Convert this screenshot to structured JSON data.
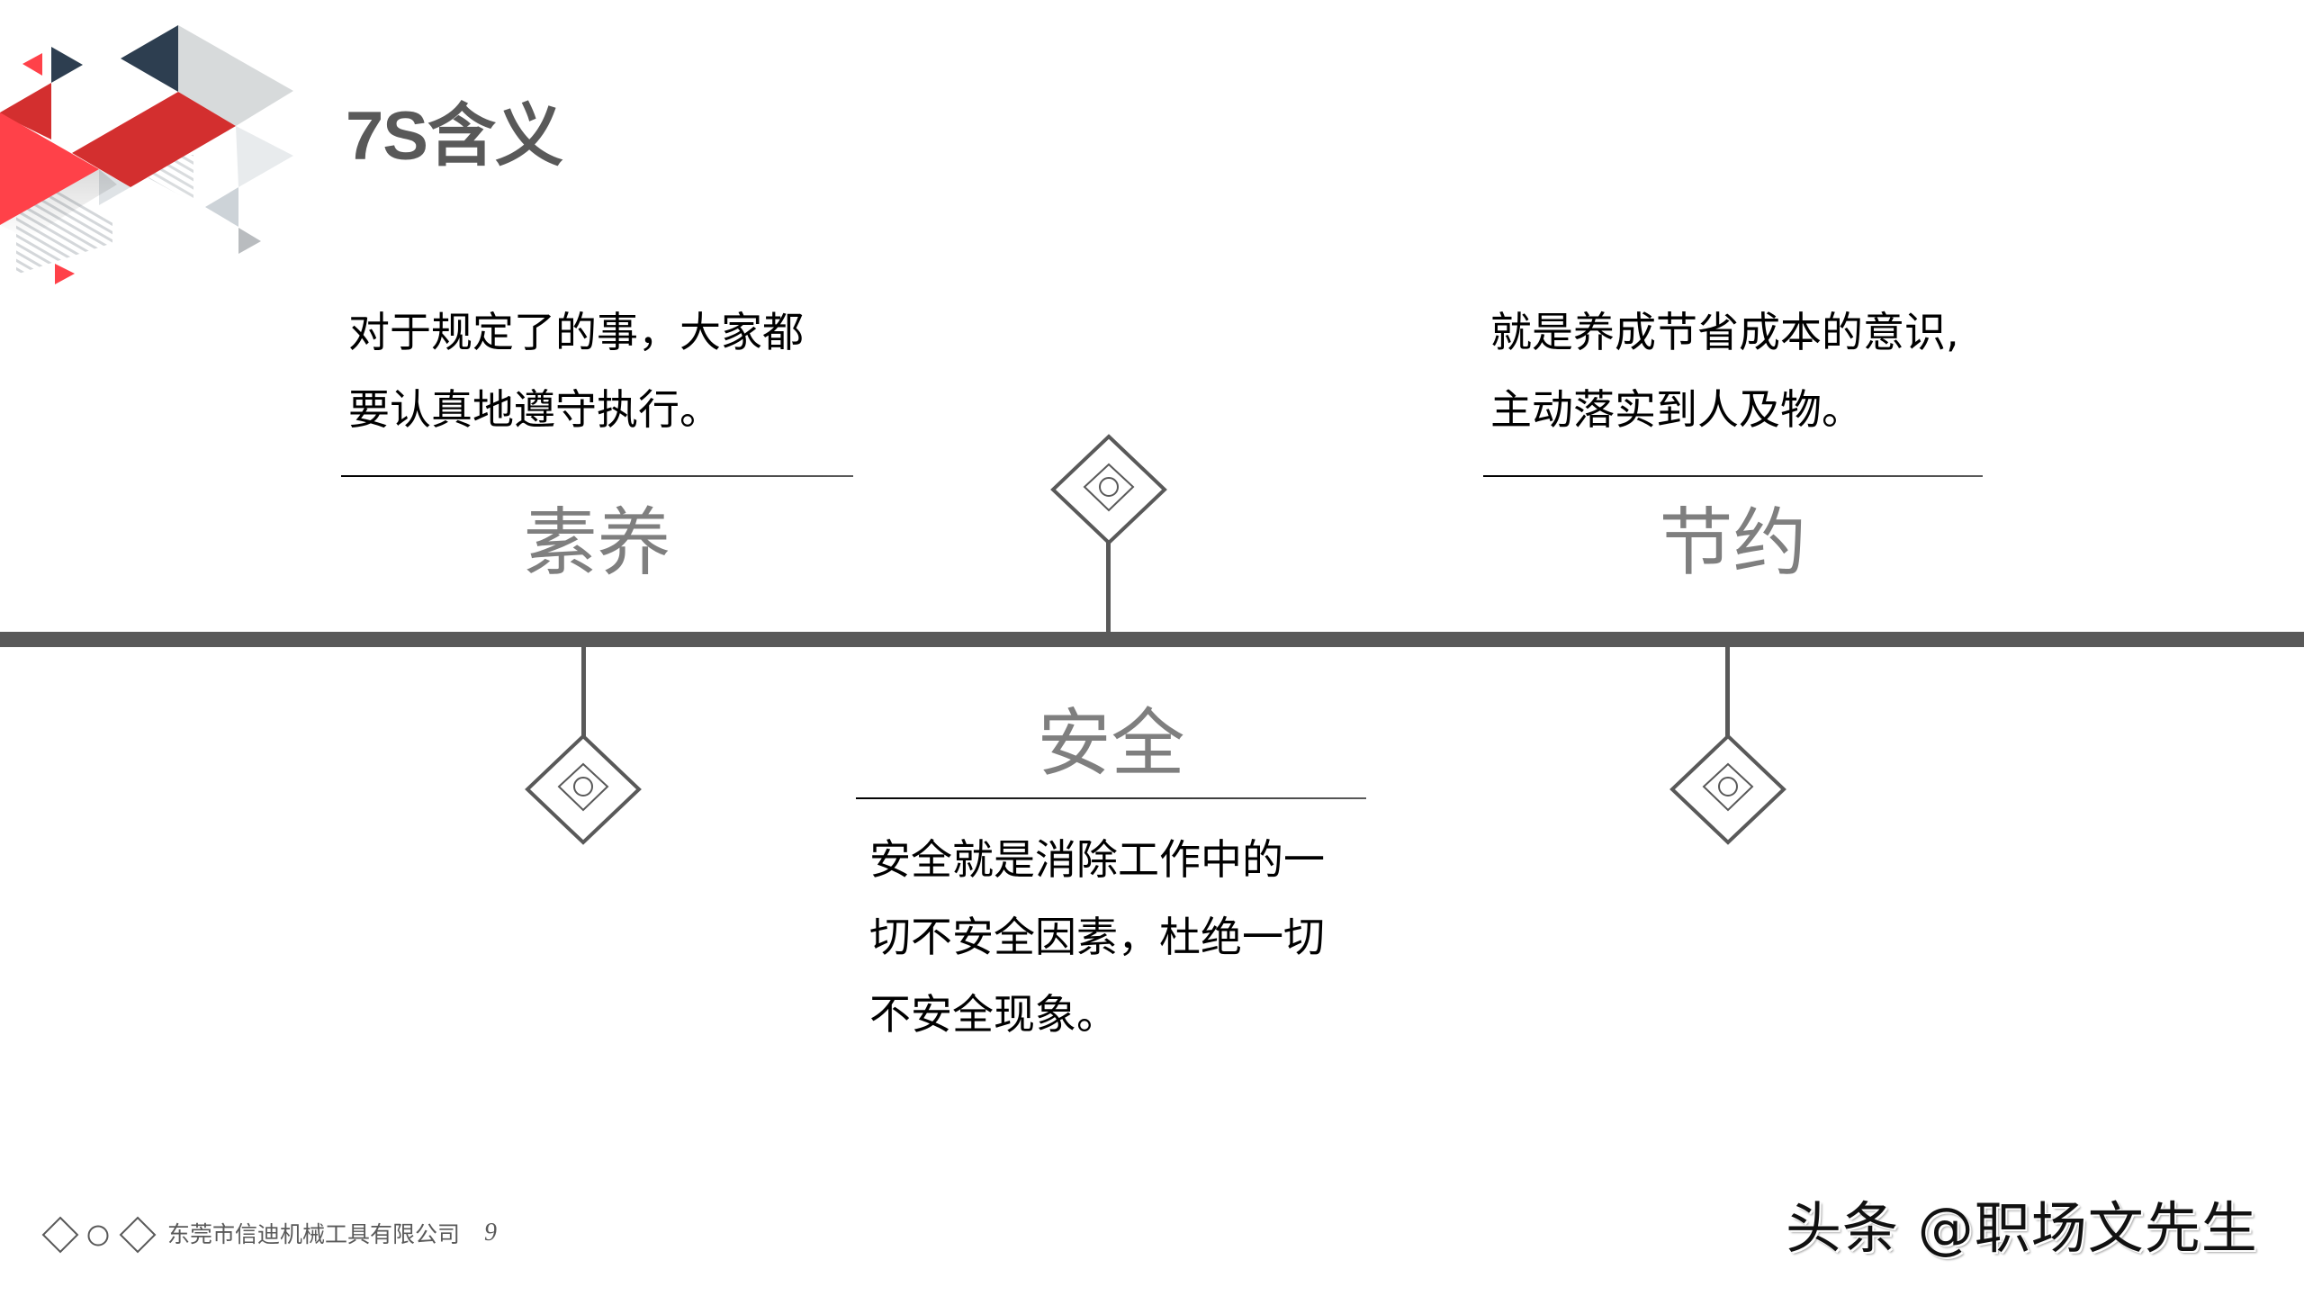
{
  "slide": {
    "title": "7S含义",
    "page_number": "9",
    "company": "东莞市信迪机械工具有限公司",
    "watermark": "头条 @职场文先生"
  },
  "colors": {
    "primary_gray": "#595959",
    "label_gray": "#7f7f7f",
    "text": "#000000",
    "accent_red": "#ff4149",
    "accent_dark_red": "#d32f2f",
    "accent_navy": "#2d3e50",
    "accent_light_gray": "#d7dadb"
  },
  "timeline": {
    "items": [
      {
        "position": "top",
        "label": "素养",
        "description_lines": [
          "对于规定了的事，大家都",
          "要认真地遵守执行。"
        ],
        "icon": "diamond-target-icon"
      },
      {
        "position": "bottom",
        "label": "安全",
        "description_lines": [
          "安全就是消除工作中的一",
          "切不安全因素，杜绝一切",
          "不安全现象。"
        ],
        "icon": "diamond-target-icon"
      },
      {
        "position": "top",
        "label": "节约",
        "description_lines": [
          "就是养成节省成本的意识,",
          "主动落实到人及物。"
        ],
        "icon": "diamond-target-icon"
      }
    ]
  },
  "footer": {
    "icons": [
      "diamond-outline-icon",
      "circle-outline-icon",
      "diamond-outline-icon"
    ]
  }
}
